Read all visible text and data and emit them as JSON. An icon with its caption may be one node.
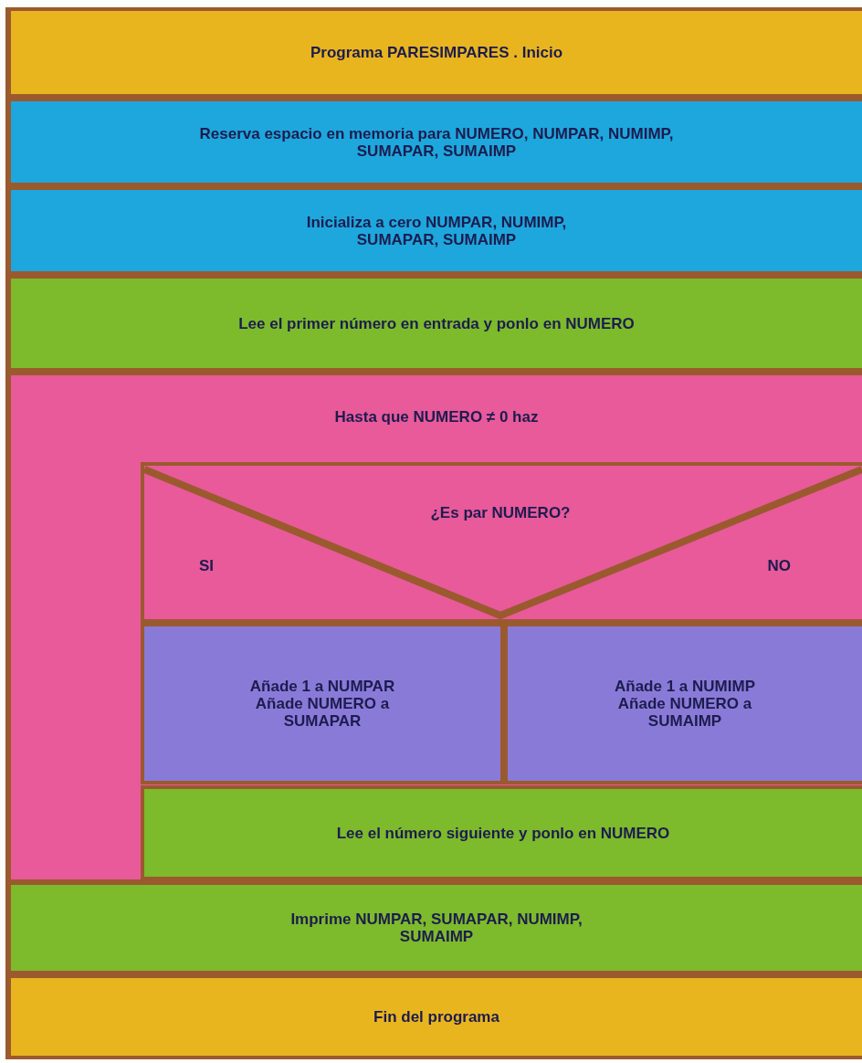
{
  "diagram": {
    "nodes": [
      {
        "text": [
          "Programa PARESIMPARES . Inicio"
        ]
      },
      {
        "text": [
          "Reserva espacio en memoria para NUMERO, NUMPAR, NUMIMP, SUMAPAR, SUMAIMP"
        ]
      },
      {
        "text": [
          "Inicializa a cero NUMPAR, NUMIMP, SUMAPAR, SUMAIMP"
        ]
      },
      {
        "text": [
          "Lee el primer número en entrada y ponlo en NUMERO"
        ]
      },
      {
        "text": [
          "Hasta que NUMERO ≠ 0 haz"
        ]
      },
      {
        "text": [
          "¿Es par NUMERO?",
          "SI",
          "NO"
        ],
        "in": 4
      },
      {
        "text": [
          "Añade 1 a NUMPAR",
          "Añade NUMERO a SUMAPAR"
        ],
        "in": 4
      },
      {
        "text": [
          "Añade 1 a NUMIMP",
          "Añade NUMERO a SUMAIMP"
        ],
        "in": 4
      },
      {
        "text": [
          "Lee el número siguiente y ponlo en NUMERO"
        ],
        "in": 4
      },
      {
        "text": [
          "Imprime NUMPAR, SUMAPAR, NUMIMP, SUMAIMP"
        ]
      },
      {
        "text": [
          "Fin del programa"
        ]
      }
    ]
  }
}
